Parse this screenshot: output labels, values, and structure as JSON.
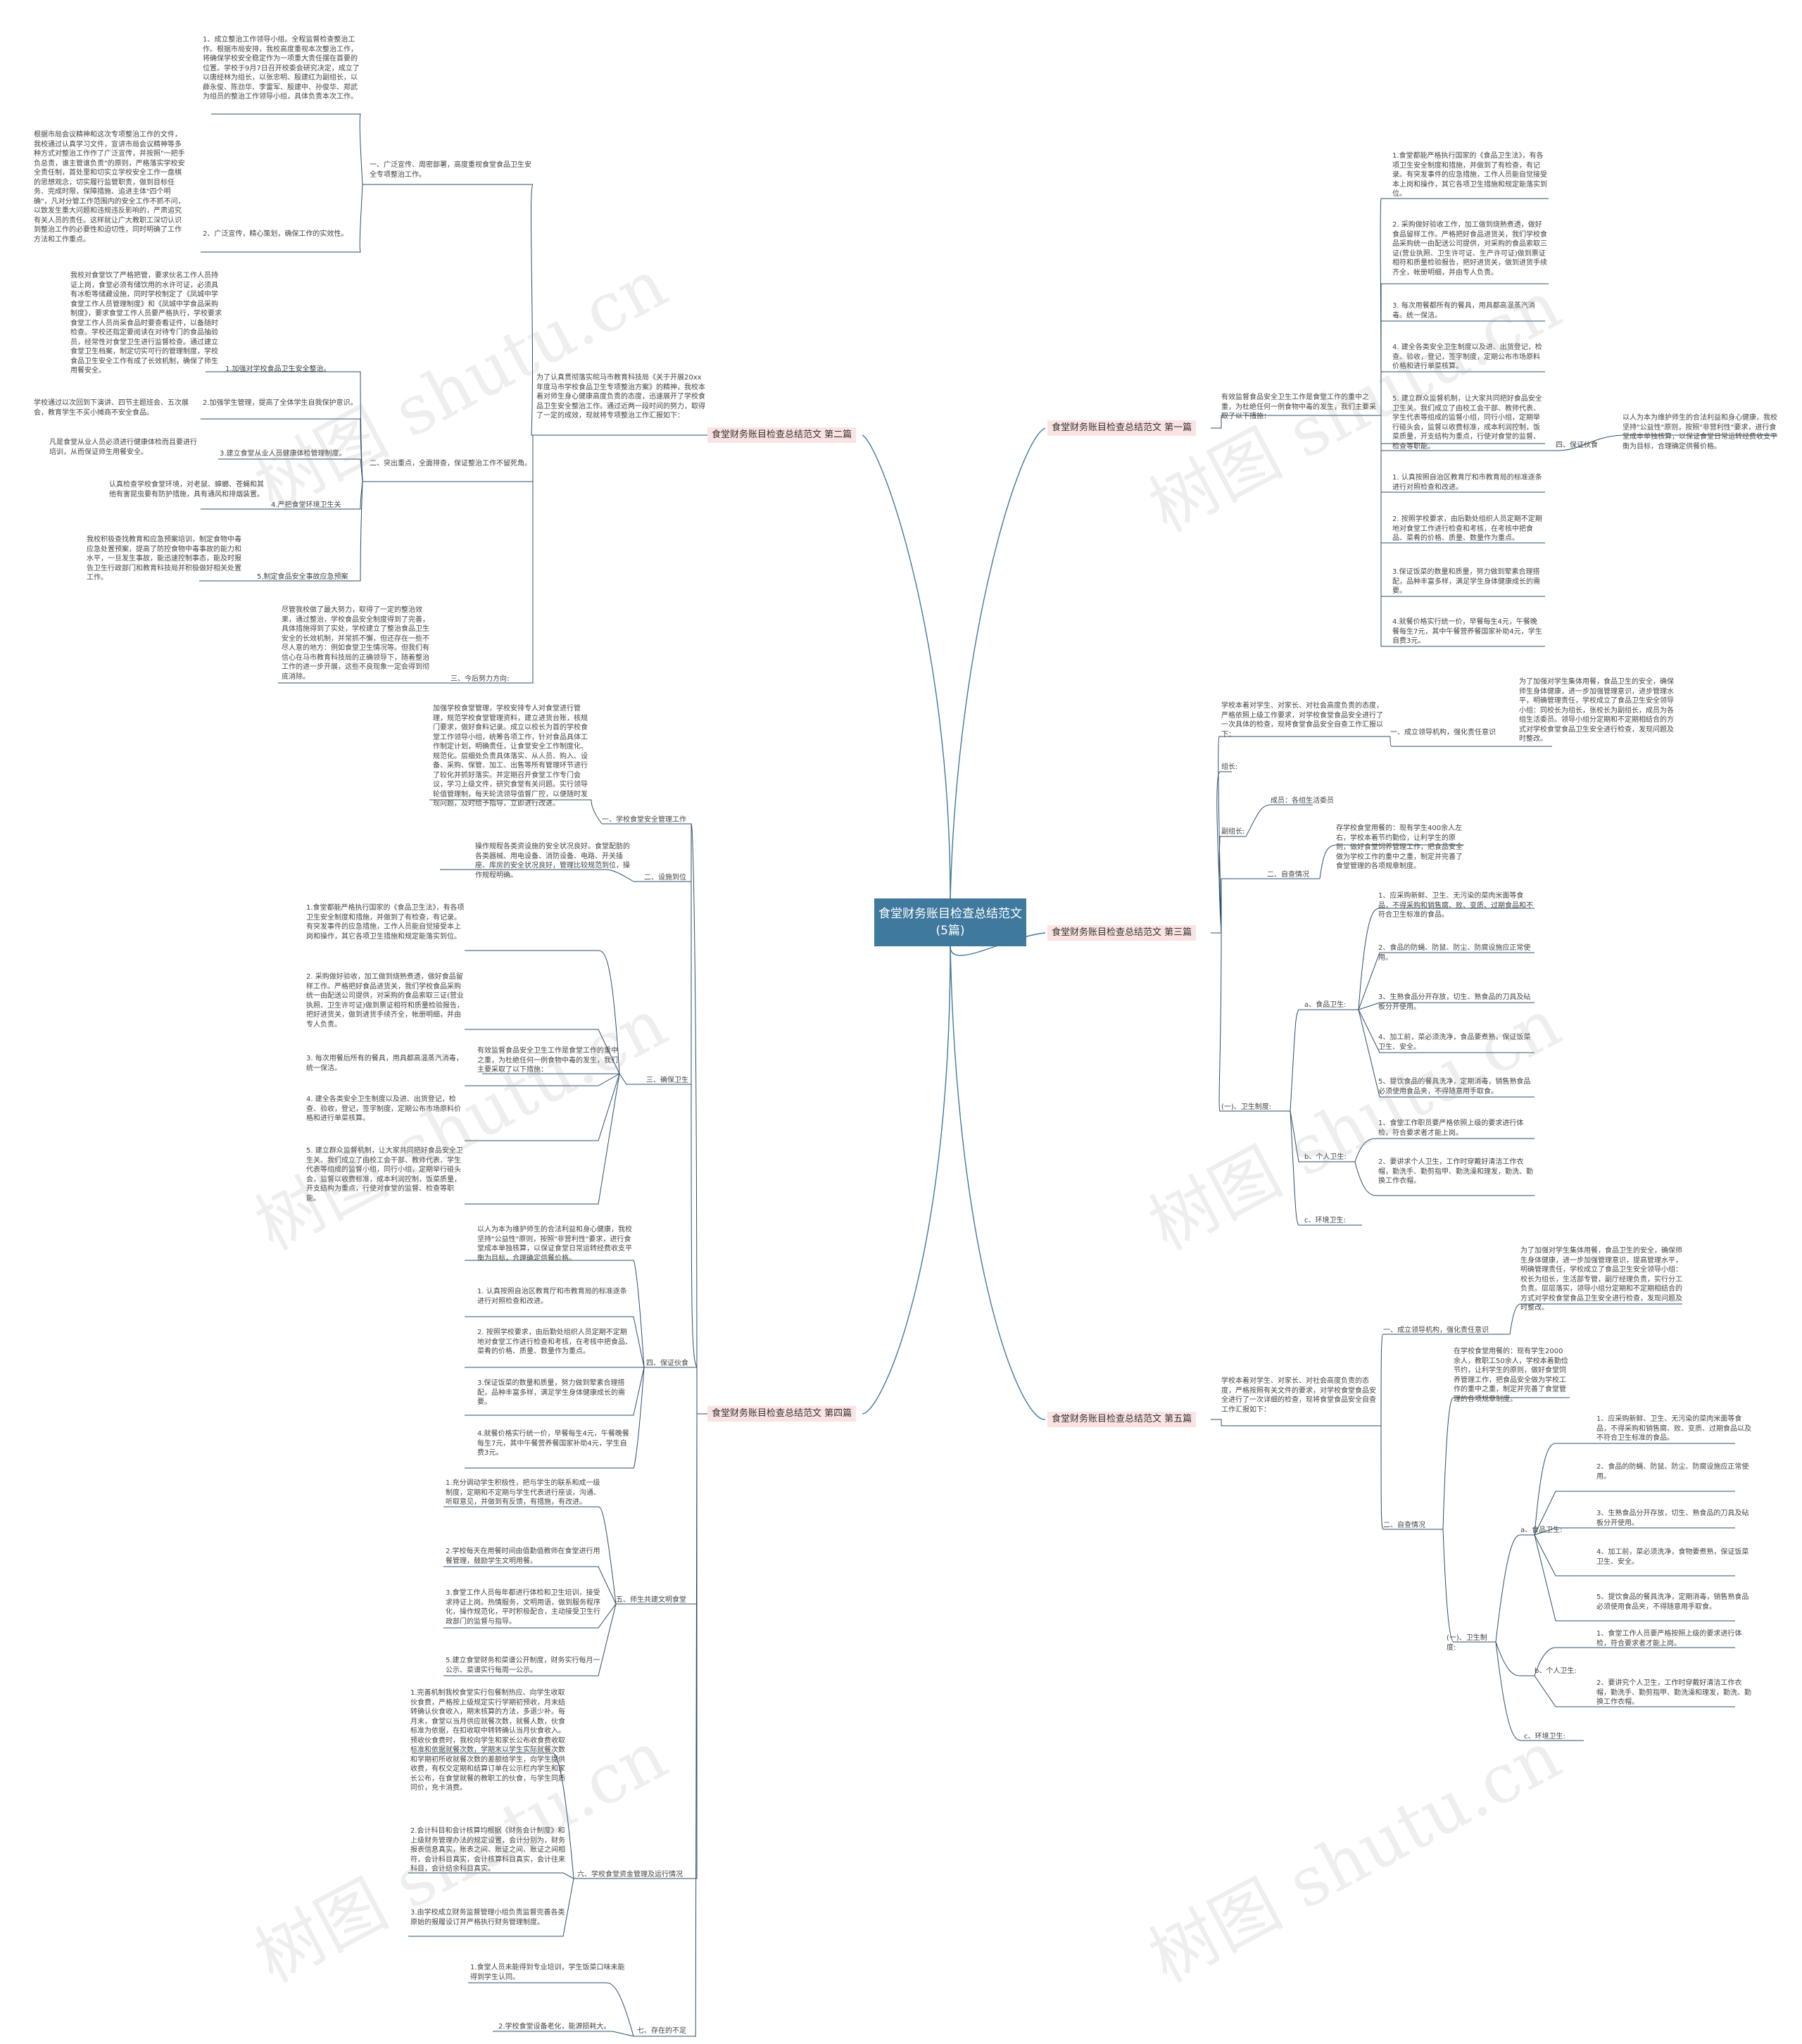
{
  "root": "食堂财务账目检查总结范文(5篇)",
  "watermark": "树图 shutu.cn",
  "colors": {
    "root_bg": "#3f7a9e",
    "section_bg": "#fce3e3",
    "trunk": "#3f7a9e",
    "branch": "#2e4f6a",
    "text": "#444444"
  },
  "sections": [
    "食堂财务账目检查总结范文 第一篇",
    "食堂财务账目检查总结范文 第二篇",
    "食堂财务账目检查总结范文 第三篇",
    "食堂财务账目检查总结范文 第四篇",
    "食堂财务账目检查总结范文 第五篇"
  ],
  "s1": {
    "intro": "有效监督食品安全卫生工作是食堂工作的重中之重，为杜绝任何一例食物中毒的发生，我们主要采取了以下措施：",
    "items": [
      "1.食堂都能严格执行国家的《食品卫生法》，有各项卫生安全制度和措施，并做到了有检查，有记录。有突发事件的应急措施，工作人员能自觉接受本上岗和操作，其它各项卫生措施和规定能落实到位。",
      "2. 采购做好验收工作，加工做到烧熟煮透，做好食品留样工作。严格把好食品进货关，我们学校食品采购统一由配送公司提供，对采购的食品索取三证(营业执照、卫生许可证、生产许可证)做到票证相符和质量检验报告，把好进货关，做到进货手续齐全，帐册明细，并由专人负责。",
      "3. 每次用餐都所有的餐具，用具都高温蒸汽消毒。统一保洁。",
      "4. 建全各类安全卫生制度以及进、出货登记，检查、验收，登记，签字制度，定期公布市场原料价格和进行单菜核算。",
      "5. 建立群众监督机制，让大家共同把好食品安全卫生关。我们成立了由校工会干部、教师代表、学生代表等组成的监督小组，同行小组，定期举行碰头会，监督以收费标准，成本利润控制，饭菜质量，开支结构为重点，行使对食堂的监督、检查等职能。"
    ],
    "branch4": "四、保证伙食",
    "branch4_text": "以人为本为维护师生的合法利益和身心健康，我校坚持\"公益性\"原则，按照\"非营利性\"要求，进行食堂成本单独核算，以保证食堂日常运转经费收支平衡为目标，合理确定供餐价格。",
    "tail": [
      "1. 认真按照自治区教育厅和市教育局的标准逐条进行对照检查和改进。",
      "2. 按照学校要求，由后勤处组织人员定期不定期地对食堂工作进行检查和考核，在考核中把食品、菜肴的价格、质量、数量作为重点。",
      "3.保证饭菜的数量和质量，努力做到荤素合理搭配，品种丰富多样，满足学生身体健康成长的需要。",
      "4.就餐价格实行统一价，早餐每生4元，午餐晚餐每生7元，其中午餐营养餐国家补助4元，学生自费3元。"
    ]
  },
  "s2": {
    "intro": "为了认真贯彻落实皖马市教育科技局《关于开展20xx年度马市学校食品卫生专项整治方案》的精神，我校本着对师生身心健康高度负责的态度，迅速展开了学校食品卫生安全整治工作。通过近两一段时间的努力，取得了一定的成效，现就将专项整治工作汇报如下：",
    "b1": "一、广泛宣传、周密部署，高度重视食堂食品卫生安全专项整治工作。",
    "b1_t1": "1、成立整治工作领导小组。全程监督检查整治工作。根据市局安排，我校高度重视本次整治工作，将确保学校安全稳定作为一项重大责任摆在首要的位置。学校于9月7日召开校委会研究决定，成立了以唐经林为组长，以张忠明、殷建红为副组长，以薛永俊、陈劲华、李雷军、殷建中、孙俊华、郑武为组员的整治工作领导小组，具体负责本次工作。",
    "b1_t2": "根据市局会议精神和这次专项整治工作的文件，我校通过认真学习文件，宣讲市局会议精神等多种方式对整治工作作了广泛宣传，并按照\"一把手负总责，谁主管谁负责\"的原则，严格落实学校安全责任制，首处里和切实立学校安全工作一盘棋的思想观念，切实履行监管职责，做到目标任务、完成时限，保障措施、追进主体\"四个明确\"，凡对分管工作范围内的安全工作不抓不问，以致发生重大问题和违规违反影响的，严肃追究有关人员的责任。这样就让广大教职工深切认识到整治工作的必要性和迫切性，同时明确了工作方法和工作重点。",
    "b1_t2s": "2、广泛宣传，精心策划，确保工作的实效性。",
    "b2": "二、突出重点，全面排查，保证整治工作不留死角。",
    "b2_t1": "我校对食堂饮了严格把管，要求伙名工作人员持证上岗，食堂必须有储饮用的水许可证，必须具有冰柜等储藏设施，同时学校制定了《凤城中学食堂工作人员管理制度》和《凤城中学食品采购制度》，要求食堂工作人员要严格执行，学校要求食堂工作人员尚采食品时要查看证件，以备随时检查。学校还指定要阅读在对待专门的食品抽验员，经常性对食堂卫生进行监督检查。通过建立食堂卫生档案，制定切实可行的管理制度，学校食品卫生安全工作有成了长效机制，确保了师生用餐安全。",
    "b2_1": "1.加强对学校食品卫生安全整治。",
    "b2_t2": "学校通过以次回到下演讲、四节主题班会、五次展会，教育学生不买小摊商不安全食品。",
    "b2_2": "2.加强学生管理，提高了全体学生自我保护意识。",
    "b2_t3": "凡是食堂从业人员必须进行健康体检而且要进行培训，从而保证师生用餐安全。",
    "b2_3": "3.建立食堂从业人员健康体检管理制度。",
    "b2_t4": "认真检查学校食堂环境，对老鼠、蟑螂、苍蝇和其他有害昆虫要有防护措施，具有通风和排烟装置。",
    "b2_4": "4.严把食堂环境卫生关",
    "b2_t5": "我校积极查找教育和应急预案培训，制定食物中毒应急处置预案，提高了防控食物中毒事故的能力和水平，一旦发生事故，能迅速控制事态，能及时报告卫生行政部门和教育科技局并积极做好相关处置工作。",
    "b2_5": "5.制定食品安全事故应急预案",
    "b3_t": "尽管我校做了最大努力，取得了一定的整治效果，通过整治，学校食品安全制度得到了完善，具体措施得到了实处，学校建立了整治食品卫生安全的长效机制，并常抓不懈，但还存在一些不尽人意的地方：例如食堂卫生情况等。但我们有信心在马市教育科技局的正确领导下，随着整治工作的进一步开展，这些不良现象一定会得到彻底消除。",
    "b3": "三、今后努力方向:"
  },
  "s3": {
    "intro": "学校本着对学生、对家长、对社会高度负责的态度，严格依照上级工作要求，对学校食堂食品安全进行了一次具体的检查，现将食堂食品安全自查工作汇报以下：",
    "b1": "一、成立领导机构，强化责任意识",
    "b1_t": "为了加强对学生集体用餐，食品卫生的安全，确保师生身体健康，进一步加强管理意识，进步管理水平，明确管理责任，学校成立了食品卫生安全领导小组：同校长为组长，张校长为副组长，成员为各组生活委员。领导小组分定期和不定期相结合的方式对学校食堂食品卫生安全进行检查，发现问题及时整改。",
    "b2_a": "组长:",
    "b2_b": "副组长:",
    "b2_c": "成员：各组生活委员",
    "b2": "二、自查情况",
    "b2_t": "存学校食堂用餐的：现有学生400余人左右，学校本着节约勤俭，让利学生的原则，做好食堂饲养管理工作，把食品安全做为学校工作的重中之重，制定并完善了食堂管理的各项规章制度。",
    "b3": "(一)、卫生制度:",
    "b3a": "a、食品卫生:",
    "b3a_items": [
      "1、应采购新鲜、卫生、无污染的菜肉米面等食品，不得采购和销售腐、败、变质、过期食品和不符合卫生标准的食品。",
      "2、食品的防蝇、防鼠、防尘、防腐设施应正常使用。",
      "3、生熟食品分开存放，切生、熟食品的刀具及砧板分开使用。",
      "4、加工前，菜必须洗净，食品要煮熟，保证饭菜卫生、安全。",
      "5、提饮食品的餐具洗净，定期消毒，销售熟食品必须使用食品夹，不得随意用手取食。"
    ],
    "b3b": "b、个人卫生:",
    "b3b_items": [
      "1、食堂工作职员要严格依照上级的要求进行体检，符合要求者才能上岗。",
      "2、要讲求个人卫生，工作时穿戴好清洁工作衣帽，勤洗手、勤剪指甲、勤洗澡和理发，勤洗、勤换工作衣帽。"
    ],
    "b3c": "c、环境卫生:"
  },
  "s4": {
    "b1_t": "加强学校食堂管理，学校安排专人对食堂进行管理，规范学校食堂管理资料，建立进货台账，核规门要求，做好食料记录。成立以校长为首的学校食堂工作领导小组，统筹各项工作，针对食品具体工作制定计划，明确责任，让食堂安全工作制度化、规范化。层细处负责具体落实、从人员、购入、设备、采购、保管、加工、出售等所有管理环节进行了较化并抓好落实。并定期召开食堂工作专门会议，学习上级文件，研究食堂有关问题。实行领导轮值管理制，每天轮流领导值督厂控，以便随时发现问题，及时给予指导，立即进行改进。",
    "b1": "一、学校食堂安全管理工作",
    "b2_t": "操作规程各类资设施的安全状况良好。食堂配肪的各类器械、用电设备、消防设备、电路、开关插座、库房的安全状况良好，管理比较规范到位，操作规程明确。",
    "b2": "二、设施到位",
    "b3_items": [
      "1.食堂都能严格执行国家的《食品卫生法》，有各项卫生安全制度和措施，并做到了有检查，有记录。有突发事件的应急措施，工作人员能自觉接受本上岗和操作，其它各项卫生措施和规定能落实到位。",
      "2. 采购做好验收，加工做到烧熟煮透，做好食品留样工作。严格把好食品进货关，我们学校食品采购统一由配送公司提供，对采购的食品索取三证(营业执照、卫生许可证)做到票证相符和质量检验报告，把好进货关，做到进货手续齐全，帐册明细，并由专人负责。",
      "3. 每次用餐后所有的餐具，用具都高温蒸汽消毒，统一保洁。",
      "4. 建全各类安全卫生制度以及进、出货登记，检查、验收，登记，签字制度，定期公布市场原料价格和进行单菜核算。",
      "5. 建立群众监督机制，让大家共同把好食品安全卫生关。我们成立了由校工会干部、教师代表、学生代表等组成的监督小组，同行小组，定期举行碰头会，监督以收费标准，成本利润控制，饭菜质量，开支结构为重点，行使对食堂的监督、检查等职能。"
    ],
    "b3_t": "有效监督食品安全卫生工作是食堂工作的重中之重，为杜绝任何一例食物中毒的发生，我们主要采取了以下措施：",
    "b3": "三、确保卫生",
    "b4_t": "以人为本为维护师生的合法利益和身心健康，我校坚持\"公益性\"原则，按照\"非营利性\"要求，进行食堂成本单独核算，以保证食堂日常运转经费收支平衡为目标，合理确定供餐价格。",
    "b4_items": [
      "1. 认真按照自治区教育厅和市教育局的标准逐条进行对照检查和改进。",
      "2. 按照学校要求，由后勤处组织人员定期不定期地对食堂工作进行检查和考核，在考核中把食品、菜肴的价格、质量、数量作为重点。",
      "3.保证饭菜的数量和质量，努力做到荤素合理搭配，品种丰富多样，满足学生身体健康成长的需要。",
      "4.就餐价格实行统一价，早餐每生4元，午餐晚餐每生7元，其中午餐营养餐国家补助4元，学生自费3元。"
    ],
    "b4": "四、保证伙食",
    "b5_items": [
      "1.充分调动学生积极性，把与学生的联系和成一级制度，定期和不定期与学生代表进行座谈，沟通、听取意见，并做到有反馈，有措施，有改进。",
      "2.学校每天在用餐时间由值勤值教师在食堂进行用餐管理，鼓励学生文明用餐。",
      "3.食堂工作人员每年都进行体检和卫生培训，接受求持证上岗。热情服务，文明用语，做到服务程序化，操作规范化，平时积极配合，主动接受卫生行政部门的监督与指导。",
      "5.建立食堂财务和菜谱公开制度，财务实行每月一公示、菜谱实行每周一公示。"
    ],
    "b5": "五、师生共建文明食堂",
    "b6_items": [
      "1.完善机制我校食堂实行包餐制热应、向学生收取伙食费，严格按上级规定实行学期初预收，月末结转确认伙食收入，期末核算的方法，多退少补。每月末，食堂以当月供应就餐次数，就餐人数，伙食标准为依据，在扣收取中转转确认当月伙食收入。预收伙食费时，我校向学生和家长公布收食费收取标准和依据就餐次数，学期末以学生实际就餐次数和学期初所收就餐次数的差额给学生，向学生提供收费，有权交定期和结算订单在公示栏内学生和家长公布，在食堂就餐的教职工的伙食，与学生同质同价，充卡消费。",
      "2.会计科目和会计核算均根据《财务会计制度》和上级财务管理办法的规定设置，会计分别为，财务报表信息真实，账表之间、账证之间、账证之间相符，会计科目真实，会计核算科目真实，会计往来科目，会计结余科目真实。",
      "3.由学校成立财务监督管理小组负责监督完善各类原始的报履设订并严格执行财务管理制度。"
    ],
    "b6": "六、学校食堂资金管理及运行情况",
    "b7_items": [
      "1.食堂人员未能得到专业培训，学生饭菜口味未能得到学生认同。",
      "2.学校食堂设备老化，能源损耗大。"
    ],
    "b7": "七、存在的不足"
  },
  "s5": {
    "intro": "学校本着对学生、对家长、对社会高度负责的态度，严格按照有关文件的要求，对学校食堂食品安全进行了一次详细的检查，现将食堂食品安全自查工作汇报如下：",
    "b1": "一、成立领导机构，强化责任意识",
    "b1_t": "为了加强对学生集体用餐，食品卫生的安全，确保师生身体健康，进一步加强管理意识，提高管理水平，明确管理责任，学校成立了食品卫生安全领导小组：校长为组长，生活部专管，副厅经理负责，实行分工负责。层层落实，领导小组分定期和不定期相结合的方式对学校食堂食品卫生安全进行检查，发现问题及时整改。",
    "b2": "二、自查情况",
    "b2_t": "在学校食堂用餐的：现有学生2000余人，教职工50余人，学校本着勤俭节约，让利学生的原则，做好食堂饲养管理工作，把食品安全做为学校工作的重中之重，制定并完善了食堂管理的各项规章制度。",
    "b3": "(一)、卫生制度:",
    "b3a": "a、食品卫生:",
    "b3a_items": [
      "1、应采购新鲜、卫生、无污染的菜肉米面等食品，不得采购和销售腐、败、变质、过期食品以及不符合卫生标准的食品。",
      "2、食品的防蝇、防鼠、防尘、防腐设施应正常使用。",
      "3、生熟食品分开存放，切生、熟食品的刀具及砧板分开使用。",
      "4、加工前，菜必须洗净，食物要煮熟，保证饭菜卫生、安全。",
      "5、提饮食品的餐具洗净，定期消毒，销售熟食品必须使用食品夹，不得随意用手取食。"
    ],
    "b3b": "b、个人卫生:",
    "b3b_items": [
      "1、食堂工作人员要严格按照上级的要求进行体检，符合要求者才能上岗。",
      "2、要讲究个人卫生，工作时穿戴好清洁工作衣帽，勤洗手、勤剪指甲、勤洗澡和理发，勤洗、勤换工作衣帽。"
    ],
    "b3c": "c、环境卫生:"
  }
}
